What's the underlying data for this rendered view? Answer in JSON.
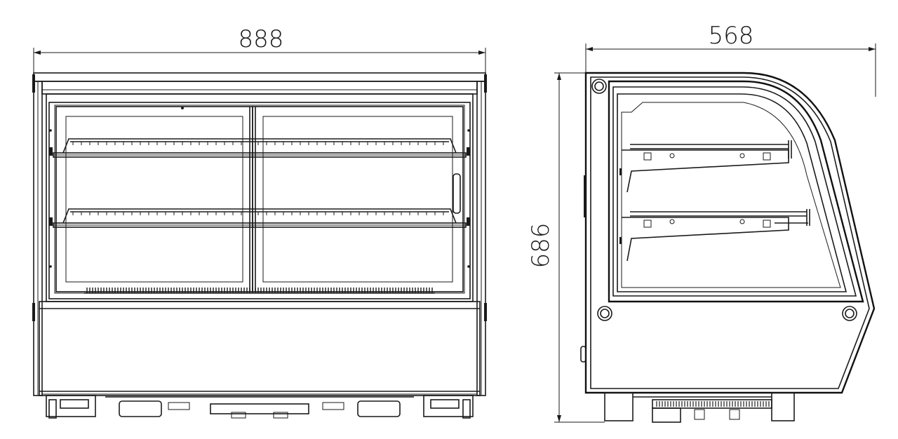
{
  "drawing": {
    "views": [
      "front-view",
      "side-view"
    ],
    "dimensions": {
      "width": "888",
      "depth": "568",
      "height": "686"
    },
    "line_color": "#1a1a1a",
    "background": "#ffffff"
  }
}
